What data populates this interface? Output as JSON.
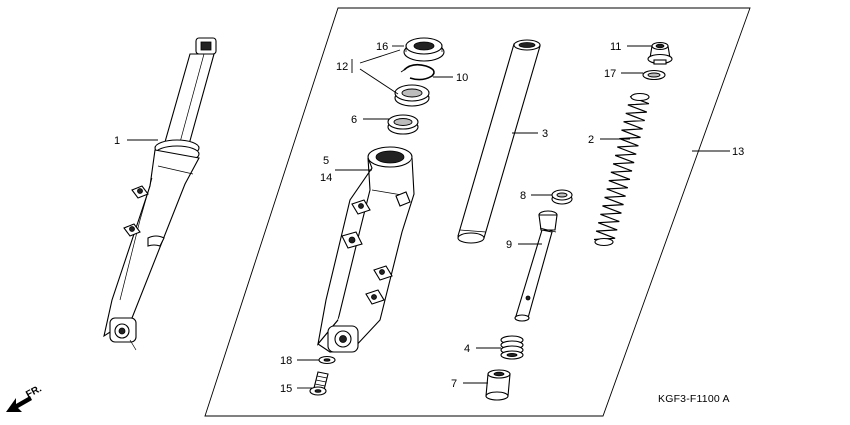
{
  "diagram": {
    "catalog_code": "KGF3-F1100 A",
    "direction_label": "FR.",
    "callouts": [
      {
        "id": "c1",
        "label": "1"
      },
      {
        "id": "c2",
        "label": "2"
      },
      {
        "id": "c3",
        "label": "3"
      },
      {
        "id": "c4",
        "label": "4"
      },
      {
        "id": "c5",
        "label": "5"
      },
      {
        "id": "c14",
        "label": "14"
      },
      {
        "id": "c6",
        "label": "6"
      },
      {
        "id": "c7",
        "label": "7"
      },
      {
        "id": "c8",
        "label": "8"
      },
      {
        "id": "c9",
        "label": "9"
      },
      {
        "id": "c10",
        "label": "10"
      },
      {
        "id": "c11",
        "label": "11"
      },
      {
        "id": "c12",
        "label": "12"
      },
      {
        "id": "c13",
        "label": "13"
      },
      {
        "id": "c15",
        "label": "15"
      },
      {
        "id": "c16",
        "label": "16"
      },
      {
        "id": "c17",
        "label": "17"
      },
      {
        "id": "c18",
        "label": "18"
      }
    ]
  }
}
